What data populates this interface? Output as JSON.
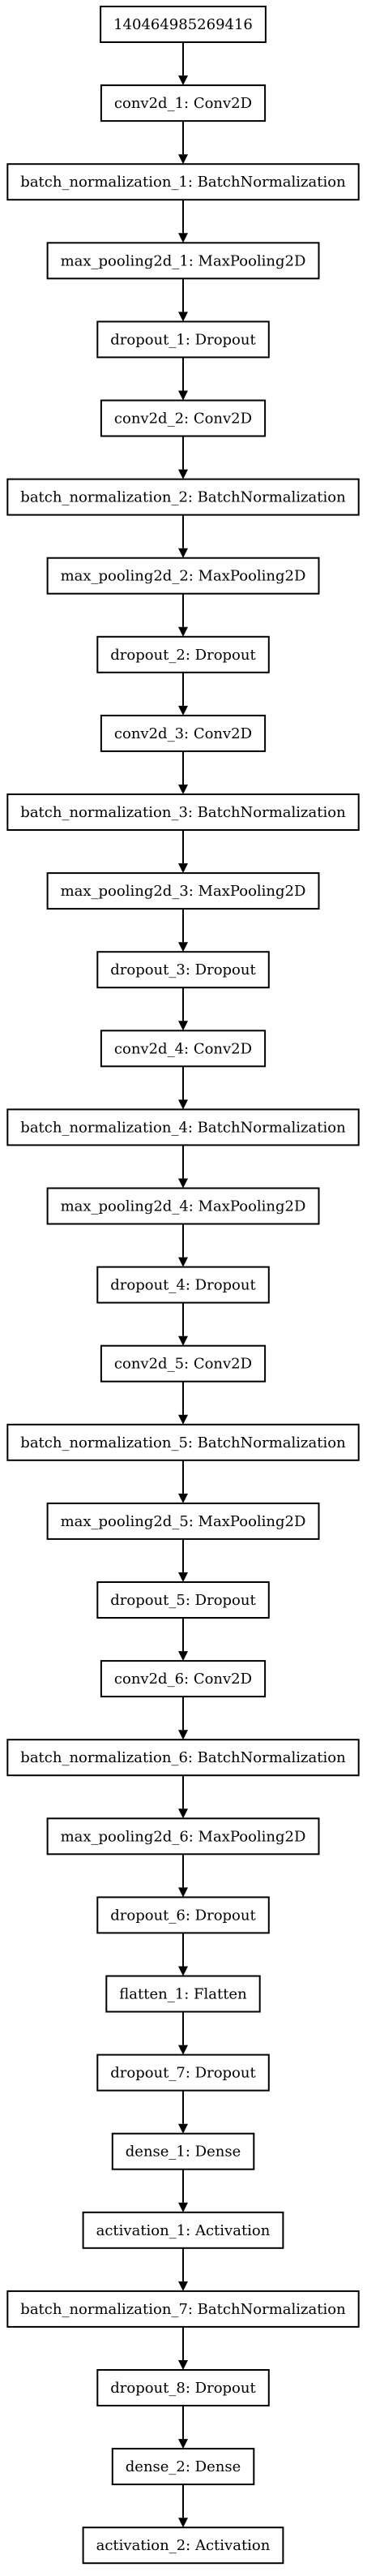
{
  "diagram": {
    "nodes": [
      {
        "id": "input",
        "label": "140464985269416"
      },
      {
        "id": "conv2d_1",
        "label": "conv2d_1: Conv2D"
      },
      {
        "id": "bn_1",
        "label": "batch_normalization_1: BatchNormalization"
      },
      {
        "id": "mp_1",
        "label": "max_pooling2d_1: MaxPooling2D"
      },
      {
        "id": "do_1",
        "label": "dropout_1: Dropout"
      },
      {
        "id": "conv2d_2",
        "label": "conv2d_2: Conv2D"
      },
      {
        "id": "bn_2",
        "label": "batch_normalization_2: BatchNormalization"
      },
      {
        "id": "mp_2",
        "label": "max_pooling2d_2: MaxPooling2D"
      },
      {
        "id": "do_2",
        "label": "dropout_2: Dropout"
      },
      {
        "id": "conv2d_3",
        "label": "conv2d_3: Conv2D"
      },
      {
        "id": "bn_3",
        "label": "batch_normalization_3: BatchNormalization"
      },
      {
        "id": "mp_3",
        "label": "max_pooling2d_3: MaxPooling2D"
      },
      {
        "id": "do_3",
        "label": "dropout_3: Dropout"
      },
      {
        "id": "conv2d_4",
        "label": "conv2d_4: Conv2D"
      },
      {
        "id": "bn_4",
        "label": "batch_normalization_4: BatchNormalization"
      },
      {
        "id": "mp_4",
        "label": "max_pooling2d_4: MaxPooling2D"
      },
      {
        "id": "do_4",
        "label": "dropout_4: Dropout"
      },
      {
        "id": "conv2d_5",
        "label": "conv2d_5: Conv2D"
      },
      {
        "id": "bn_5",
        "label": "batch_normalization_5: BatchNormalization"
      },
      {
        "id": "mp_5",
        "label": "max_pooling2d_5: MaxPooling2D"
      },
      {
        "id": "do_5",
        "label": "dropout_5: Dropout"
      },
      {
        "id": "conv2d_6",
        "label": "conv2d_6: Conv2D"
      },
      {
        "id": "bn_6",
        "label": "batch_normalization_6: BatchNormalization"
      },
      {
        "id": "mp_6",
        "label": "max_pooling2d_6: MaxPooling2D"
      },
      {
        "id": "do_6",
        "label": "dropout_6: Dropout"
      },
      {
        "id": "flatten_1",
        "label": "flatten_1: Flatten"
      },
      {
        "id": "do_7",
        "label": "dropout_7: Dropout"
      },
      {
        "id": "dense_1",
        "label": "dense_1: Dense"
      },
      {
        "id": "act_1",
        "label": "activation_1: Activation"
      },
      {
        "id": "bn_7",
        "label": "batch_normalization_7: BatchNormalization"
      },
      {
        "id": "do_8",
        "label": "dropout_8: Dropout"
      },
      {
        "id": "dense_2",
        "label": "dense_2: Dense"
      },
      {
        "id": "act_2",
        "label": "activation_2: Activation"
      }
    ],
    "edges": [
      [
        "input",
        "conv2d_1"
      ],
      [
        "conv2d_1",
        "bn_1"
      ],
      [
        "bn_1",
        "mp_1"
      ],
      [
        "mp_1",
        "do_1"
      ],
      [
        "do_1",
        "conv2d_2"
      ],
      [
        "conv2d_2",
        "bn_2"
      ],
      [
        "bn_2",
        "mp_2"
      ],
      [
        "mp_2",
        "do_2"
      ],
      [
        "do_2",
        "conv2d_3"
      ],
      [
        "conv2d_3",
        "bn_3"
      ],
      [
        "bn_3",
        "mp_3"
      ],
      [
        "mp_3",
        "do_3"
      ],
      [
        "do_3",
        "conv2d_4"
      ],
      [
        "conv2d_4",
        "bn_4"
      ],
      [
        "bn_4",
        "mp_4"
      ],
      [
        "mp_4",
        "do_4"
      ],
      [
        "do_4",
        "conv2d_5"
      ],
      [
        "conv2d_5",
        "bn_5"
      ],
      [
        "bn_5",
        "mp_5"
      ],
      [
        "mp_5",
        "do_5"
      ],
      [
        "do_5",
        "conv2d_6"
      ],
      [
        "conv2d_6",
        "bn_6"
      ],
      [
        "bn_6",
        "mp_6"
      ],
      [
        "mp_6",
        "do_6"
      ],
      [
        "do_6",
        "flatten_1"
      ],
      [
        "flatten_1",
        "do_7"
      ],
      [
        "do_7",
        "dense_1"
      ],
      [
        "dense_1",
        "act_1"
      ],
      [
        "act_1",
        "bn_7"
      ],
      [
        "bn_7",
        "do_8"
      ],
      [
        "do_8",
        "dense_2"
      ],
      [
        "dense_2",
        "act_2"
      ]
    ]
  }
}
